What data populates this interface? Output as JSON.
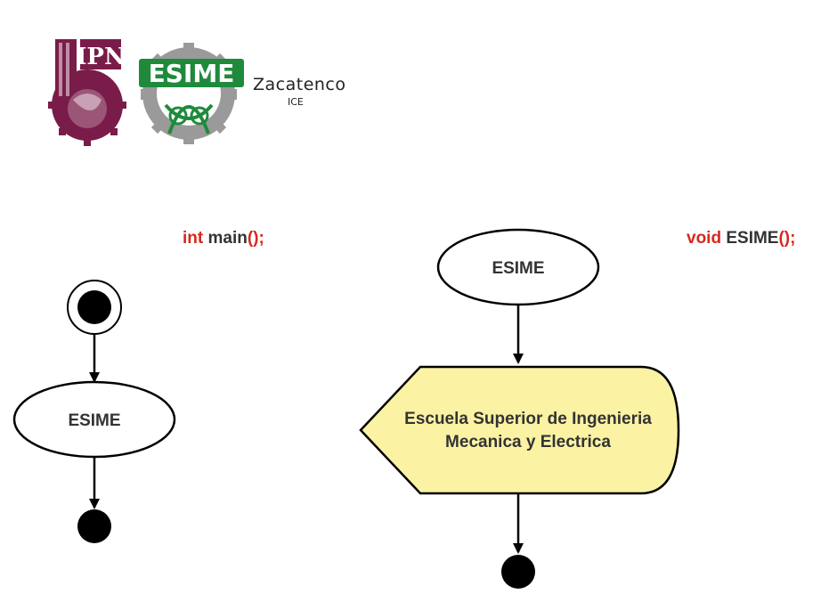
{
  "header": {
    "ipn_logo_text": "IPN",
    "esime_logo_text": "ESIME",
    "campus": "Zacatenco",
    "department": "ICE"
  },
  "functions": {
    "main": {
      "keyword": "int",
      "name": "main",
      "parens": "();"
    },
    "esime": {
      "keyword": "void",
      "name": "ESIME",
      "parens": "();"
    }
  },
  "main_flow": {
    "call_node": "ESIME"
  },
  "esime_flow": {
    "start_node": "ESIME",
    "display_line1": "Escuela Superior de Ingenieria",
    "display_line2": "Mecanica y Electrica"
  },
  "colors": {
    "ipn_maroon": "#7a1c4a",
    "esime_green": "#1f8a3c",
    "gear_gray": "#9a9a9a",
    "keyword_red": "#d6281f",
    "display_fill": "#fbf3a3"
  }
}
